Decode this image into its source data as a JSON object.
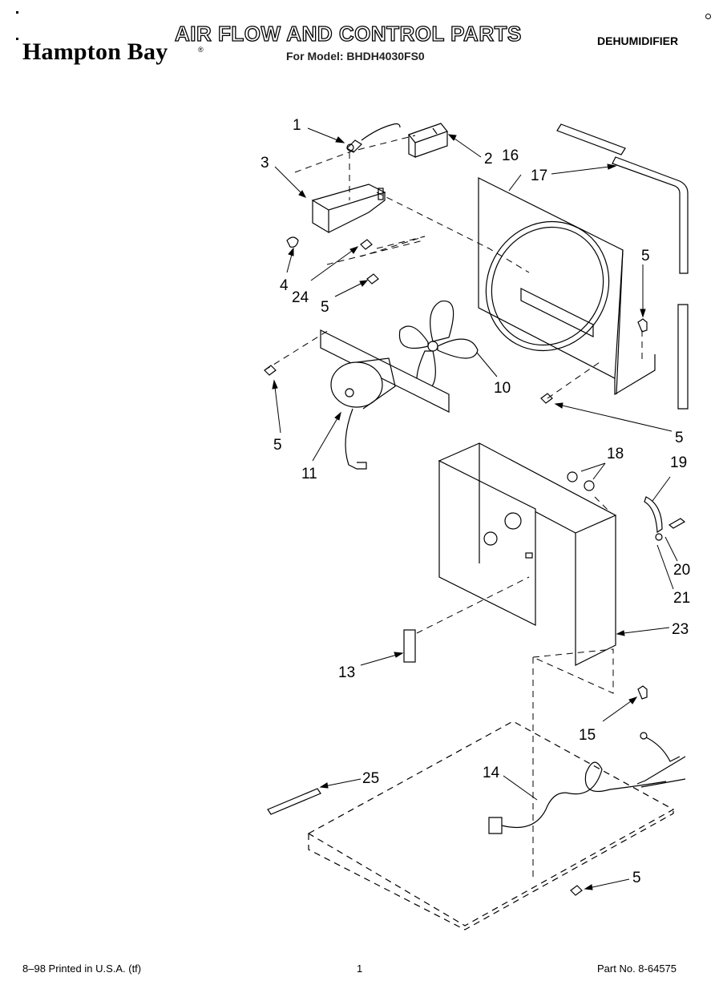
{
  "header": {
    "brand": "Hampton Bay",
    "brand_mark": "®",
    "title": "AIR FLOW AND CONTROL PARTS",
    "model_line": "For Model: BHDH4030FS0",
    "category": "DEHUMIDIFIER"
  },
  "callouts": {
    "c1": "1",
    "c2": "2",
    "c3": "3",
    "c4": "4",
    "c24": "24",
    "c5a": "5",
    "c5b": "5",
    "c5c": "5",
    "c5d": "5",
    "c5e": "5",
    "c16": "16",
    "c17": "17",
    "c10": "10",
    "c11": "11",
    "c18": "18",
    "c19": "19",
    "c20": "20",
    "c21": "21",
    "c23": "23",
    "c13": "13",
    "c15": "15",
    "c25": "25",
    "c14": "14"
  },
  "footer": {
    "print_info": "8–98 Printed in U.S.A. (tf)",
    "page_number": "1",
    "part_number": "Part No. 8-64575"
  }
}
